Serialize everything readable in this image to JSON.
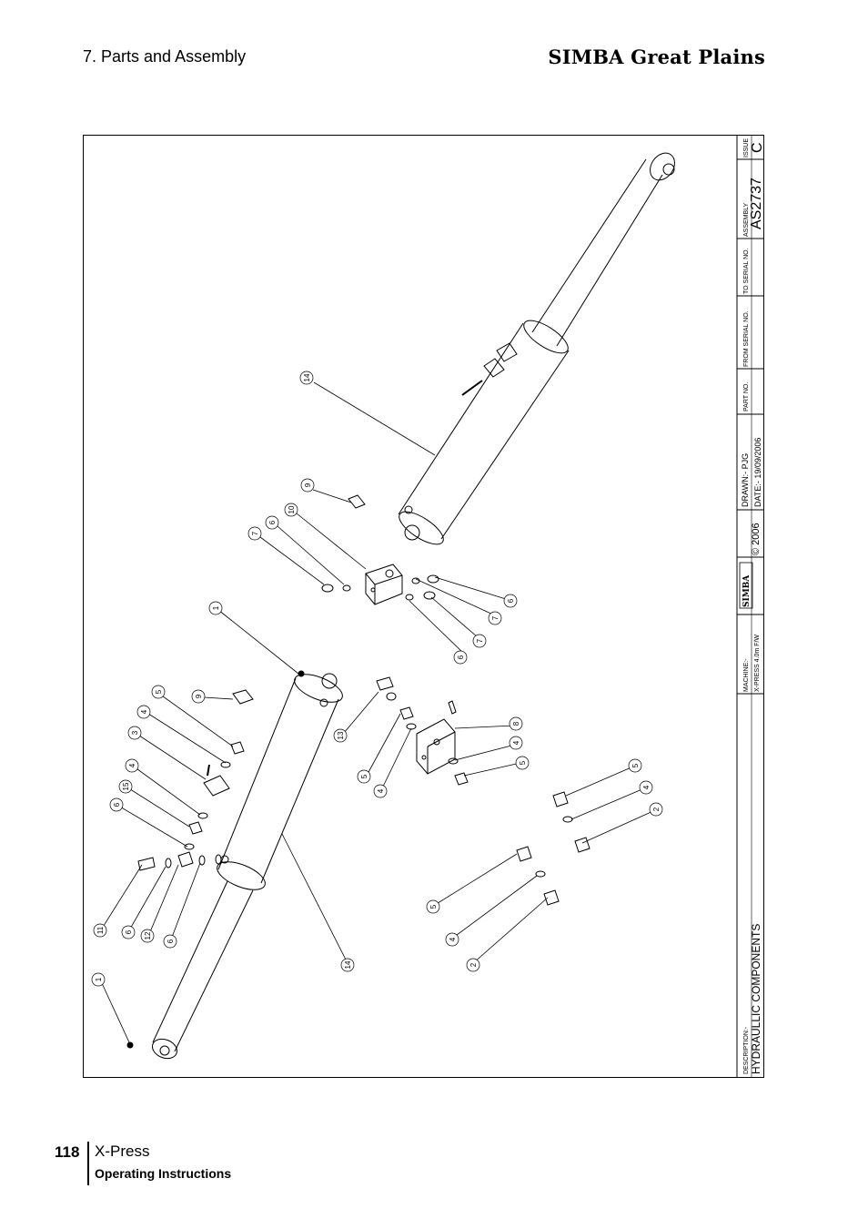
{
  "header": {
    "section": "7. Parts and Assembly",
    "brand": "SIMBA Great Plains"
  },
  "title_block": {
    "description_label": "DESCRIPTION:-",
    "description": "HYDRAULLIC COMPONENTS",
    "machine_label": "MACHINE:-",
    "machine": "X-PRESS 4.0m F/W",
    "logo_text": "SIMBA",
    "copyright": "© 2006",
    "drawn": "DRAWN:- PJG",
    "date": "DATE:- 19/09/2006",
    "part_no_label": "PART NO.",
    "from_serial_label": "FROM SERIAL NO.",
    "to_serial_label": "TO SERIAL NO.",
    "assembly_label": "ASSEMBLY",
    "assembly": "AS2737",
    "issue_label": "ISSUE",
    "issue": "C"
  },
  "callouts": {
    "c1a": "14",
    "c1b": "9",
    "c1c": "10",
    "c1d": "6",
    "c1e": "7",
    "c1f": "6",
    "c1g": "7",
    "c1h": "7",
    "c1i": "6",
    "c1j": "1",
    "c2a": "5",
    "c2b": "4",
    "c2c": "3",
    "c2d": "4",
    "c2e": "15",
    "c2f": "6",
    "c2g": "9",
    "c2h": "13",
    "c2i": "5",
    "c2j": "4",
    "c2k": "8",
    "c2l": "4",
    "c2m": "5",
    "c2n": "5",
    "c2o": "4",
    "c2p": "2",
    "c2q": "11",
    "c2r": "6",
    "c2s": "12",
    "c2t": "6",
    "c2u": "1",
    "c2v": "14",
    "c2w": "5",
    "c2x": "4",
    "c2y": "2"
  },
  "footer": {
    "page_number": "118",
    "product": "X-Press",
    "subtitle": "Operating Instructions"
  }
}
